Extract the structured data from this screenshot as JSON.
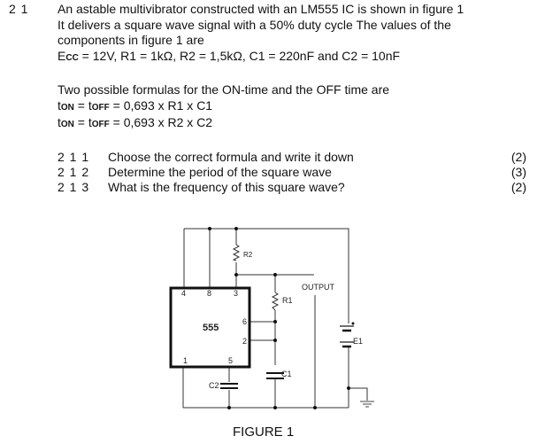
{
  "question": {
    "number": "2 1",
    "intro_lines": [
      "An astable multivibrator constructed with an LM555 IC is shown in figure 1",
      "It delivers a square wave signal with a 50% duty cycle   The values of the",
      "components in figure 1 are"
    ],
    "values_line": {
      "ecc_label": "E",
      "ecc_sub": "CC",
      "rest": " = 12V, R1 = 1kΩ, R2 = 1,5kΩ, C1 = 220nF and C2 = 10nF"
    },
    "formulas_intro": "Two possible formulas for the ON-time and the OFF time are",
    "formulas": [
      {
        "t": "t",
        "on_sub": "ON",
        "eq": " = t",
        "off_sub": "OFF",
        "expr": " = 0,693 x R1  x C1"
      },
      {
        "t": "t",
        "on_sub": "ON",
        "eq": " = t",
        "off_sub": "OFF",
        "expr": " = 0,693 x R2  x C2"
      }
    ],
    "subquestions": [
      {
        "number": "2 1 1",
        "text": "Choose the correct formula and write it down",
        "marks": "(2)"
      },
      {
        "number": "2 1 2",
        "text": "Determine the period of the square wave",
        "marks": "(3)"
      },
      {
        "number": "2 1 3",
        "text": "What is the frequency of this square wave?",
        "marks": "(2)"
      }
    ]
  },
  "figure": {
    "caption": "FIGURE 1",
    "ic_label": "555",
    "pins": {
      "p4": "4",
      "p8": "8",
      "p3": "3",
      "p6": "6",
      "p2": "2",
      "p1": "1",
      "p5": "5"
    },
    "components": {
      "r1": "R1",
      "r2": "R2",
      "c1": "C1",
      "c2": "C2",
      "e1": "E1",
      "output": "OUTPUT"
    }
  }
}
